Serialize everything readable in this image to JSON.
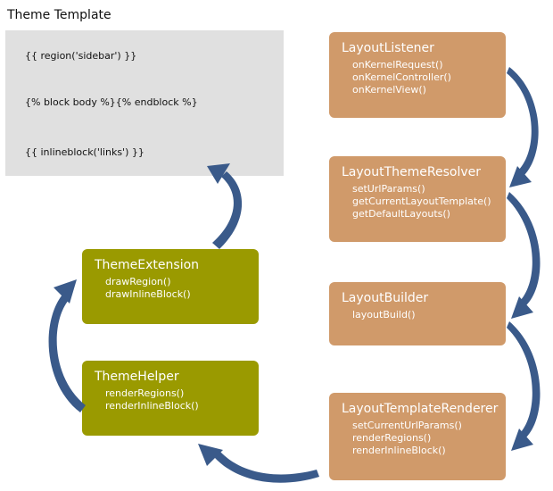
{
  "template": {
    "title": "Theme Template",
    "lines": [
      "{{ region('sidebar') }}",
      "{% block body %}{% endblock %}",
      "{{ inlineblock('links') }}"
    ]
  },
  "boxes": {
    "layout_listener": {
      "title": "LayoutListener",
      "methods": [
        "onKernelRequest()",
        "onKernelController()",
        "onKernelView()"
      ]
    },
    "layout_theme_resolver": {
      "title": "LayoutThemeResolver",
      "methods": [
        "setUrlParams()",
        "getCurrentLayoutTemplate()",
        "getDefaultLayouts()"
      ]
    },
    "layout_builder": {
      "title": "LayoutBuilder",
      "methods": [
        "layoutBuild()"
      ]
    },
    "layout_template_renderer": {
      "title": "LayoutTemplateRenderer",
      "methods": [
        "setCurrentUrlParams()",
        "renderRegions()",
        "renderInlineBlock()"
      ]
    },
    "theme_extension": {
      "title": "ThemeExtension",
      "methods": [
        "drawRegion()",
        "drawInlineBlock()"
      ]
    },
    "theme_helper": {
      "title": "ThemeHelper",
      "methods": [
        "renderRegions()",
        "renderInlineBlock()"
      ]
    }
  },
  "colors": {
    "orange": "#d09a6a",
    "green": "#9a9a00",
    "arrow": "#3a5a8a",
    "panel": "#e0e0e0"
  }
}
